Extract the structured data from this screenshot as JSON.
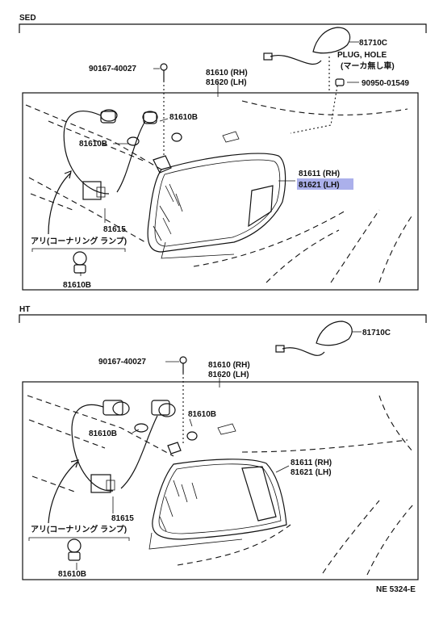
{
  "sections": {
    "sed": {
      "title": "SED",
      "labels": {
        "p81710c": "81710C",
        "plug_hole": "PLUG, HOLE",
        "marker_note": "(マーカ無し車)",
        "p90167": "90167-40027",
        "p81610_rh": "81610 (RH)",
        "p81620_lh": "81620 (LH)",
        "p90950": "90950-01549",
        "p81610b_top": "81610B",
        "p81610b_left": "81610B",
        "p81611_rh": "81611 (RH)",
        "p81621_lh": "81621 (LH)",
        "p81615": "81615",
        "cornering_note": "アリ(コーナリング ランプ)",
        "p81610b_bottom": "81610B"
      }
    },
    "ht": {
      "title": "HT",
      "labels": {
        "p81710c": "81710C",
        "p90167": "90167-40027",
        "p81610_rh": "81610 (RH)",
        "p81620_lh": "81620 (LH)",
        "p81610b_top": "81610B",
        "p81610b_left": "81610B",
        "p81611_rh": "81611 (RH)",
        "p81621_lh": "81621 (LH)",
        "p81615": "81615",
        "cornering_note": "アリ(コーナリング ランプ)",
        "p81610b_bottom": "81610B"
      }
    }
  },
  "footer": {
    "ref": "NE 5324-E"
  },
  "colors": {
    "highlight": "#7e86e0",
    "ink": "#111111"
  }
}
